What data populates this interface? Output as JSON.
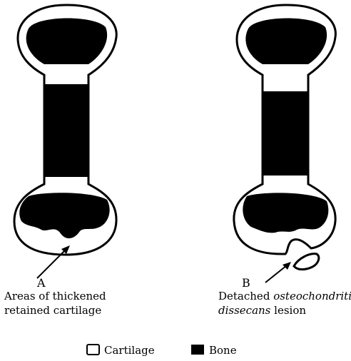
{
  "figure": {
    "panel_a": {
      "letter": "A",
      "caption_line1": "Areas of thickened",
      "caption_line2": "retained cartilage"
    },
    "panel_b": {
      "letter": "B",
      "caption_line1_prefix": "Detached ",
      "caption_line1_italic": "osteochondritis",
      "caption_line2_italic": "dissecans",
      "caption_line2_suffix": " lesion"
    },
    "legend": {
      "cartilage_label": "Cartilage",
      "bone_label": "Bone"
    }
  },
  "colors": {
    "bone": "#000000",
    "cartilage": "#ffffff",
    "outline": "#000000"
  }
}
